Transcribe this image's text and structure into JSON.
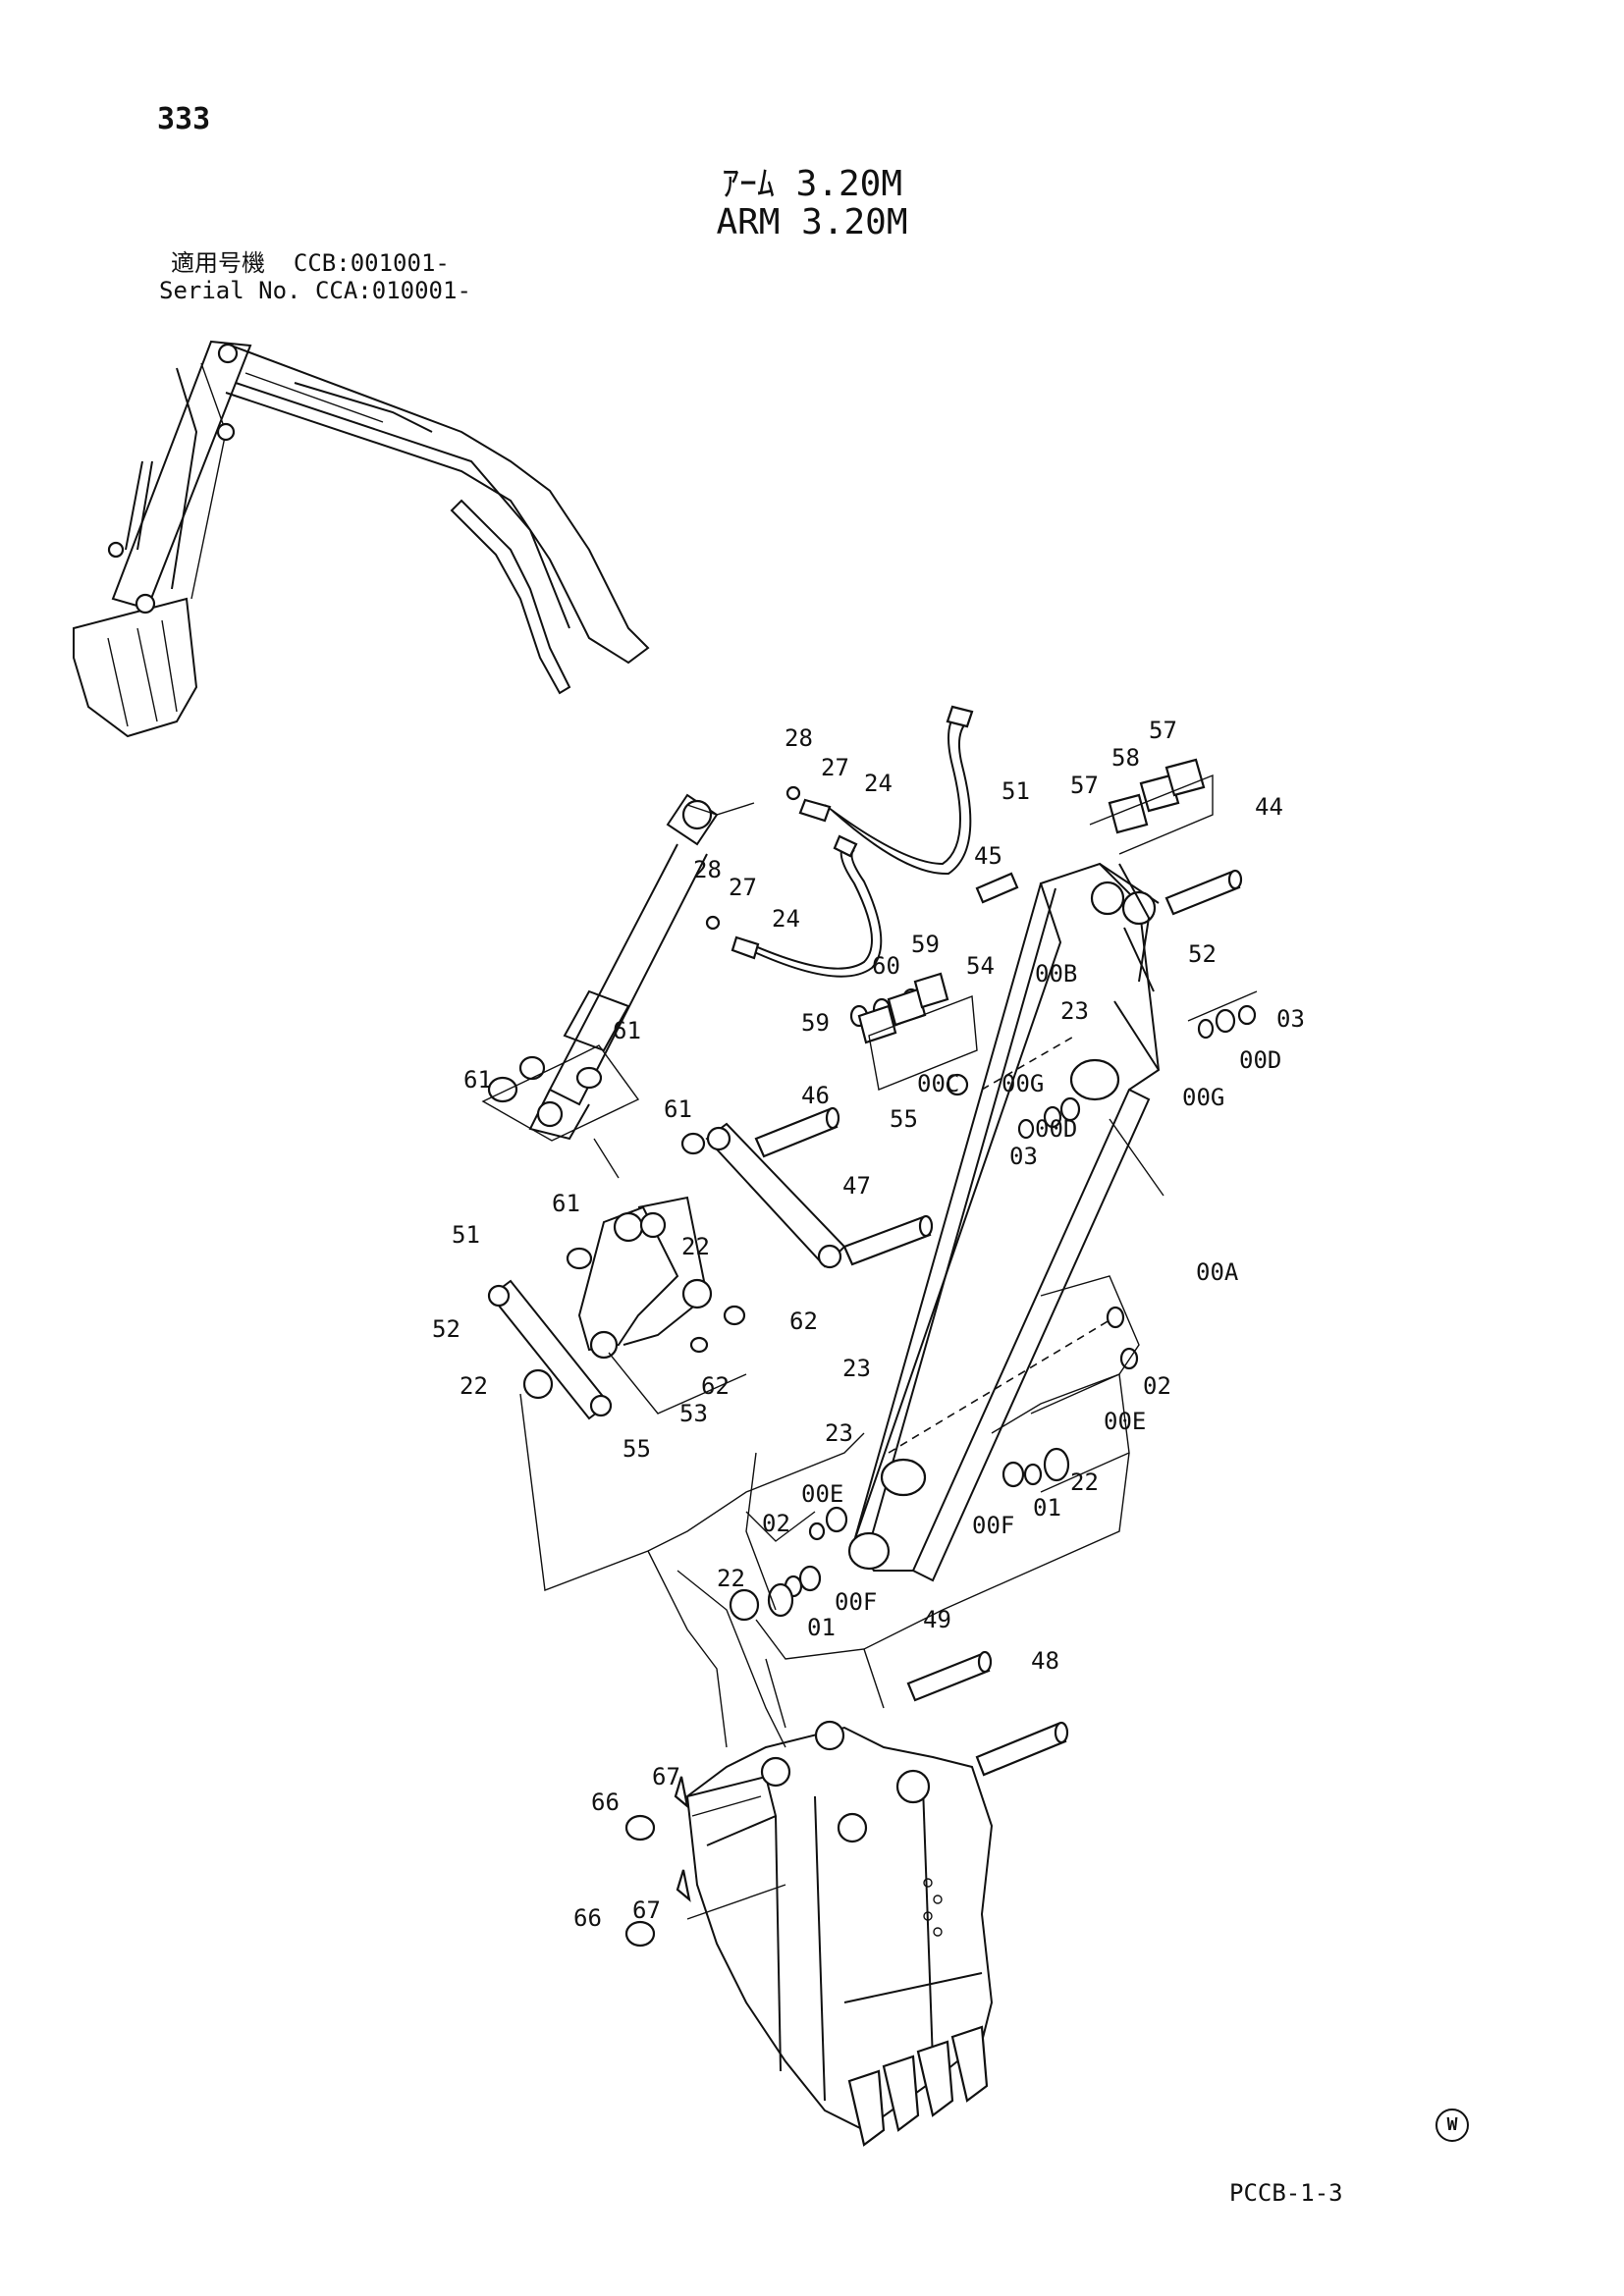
{
  "page_number": "333",
  "title_jp": "ｱｰﾑ 3.20M",
  "title_en": "ARM 3.20M",
  "serial": {
    "label_jp": "適用号機",
    "label_en": "Serial No.",
    "code_1": "CCB:001001-",
    "code_2": "CCA:010001-"
  },
  "footer_code": "PCCB-1-3",
  "w_mark": "W",
  "callouts": {
    "c28a": "28",
    "c27a": "27",
    "c24a": "24",
    "c28b": "28",
    "c27b": "27",
    "c24b": "24",
    "c51a": "51",
    "c57a": "57",
    "c58": "58",
    "c57b": "57",
    "c44": "44",
    "c45": "45",
    "c00Ba": "00B",
    "c52a": "52",
    "c54": "54",
    "c60": "60",
    "c59a": "59",
    "c59b": "59",
    "c23a": "23",
    "c00Ca": "00C",
    "c00Ga": "00G",
    "c55a": "55",
    "c03a": "03",
    "c00Da": "00D",
    "c00Gb": "00G",
    "c03b": "03",
    "c00Db": "00D",
    "c61a": "61",
    "c61b": "61",
    "c46": "46",
    "c61c": "61",
    "c61d": "61",
    "c47": "47",
    "c51b": "51",
    "c22a": "22",
    "c62a": "62",
    "c52b": "52",
    "c62b": "62",
    "c22b": "22",
    "c53": "53",
    "c55b": "55",
    "c00A": "00A",
    "c23b": "23",
    "c02a": "02",
    "c00Ea": "00E",
    "c23c": "23",
    "c00Eb": "00E",
    "c00Fa": "00F",
    "c01a": "01",
    "c22c": "22",
    "c02b": "02",
    "c22d": "22",
    "c01b": "01",
    "c00Fb": "00F",
    "c49": "49",
    "c48": "48",
    "c67a": "67",
    "c66a": "66",
    "c67b": "67",
    "c66b": "66"
  }
}
